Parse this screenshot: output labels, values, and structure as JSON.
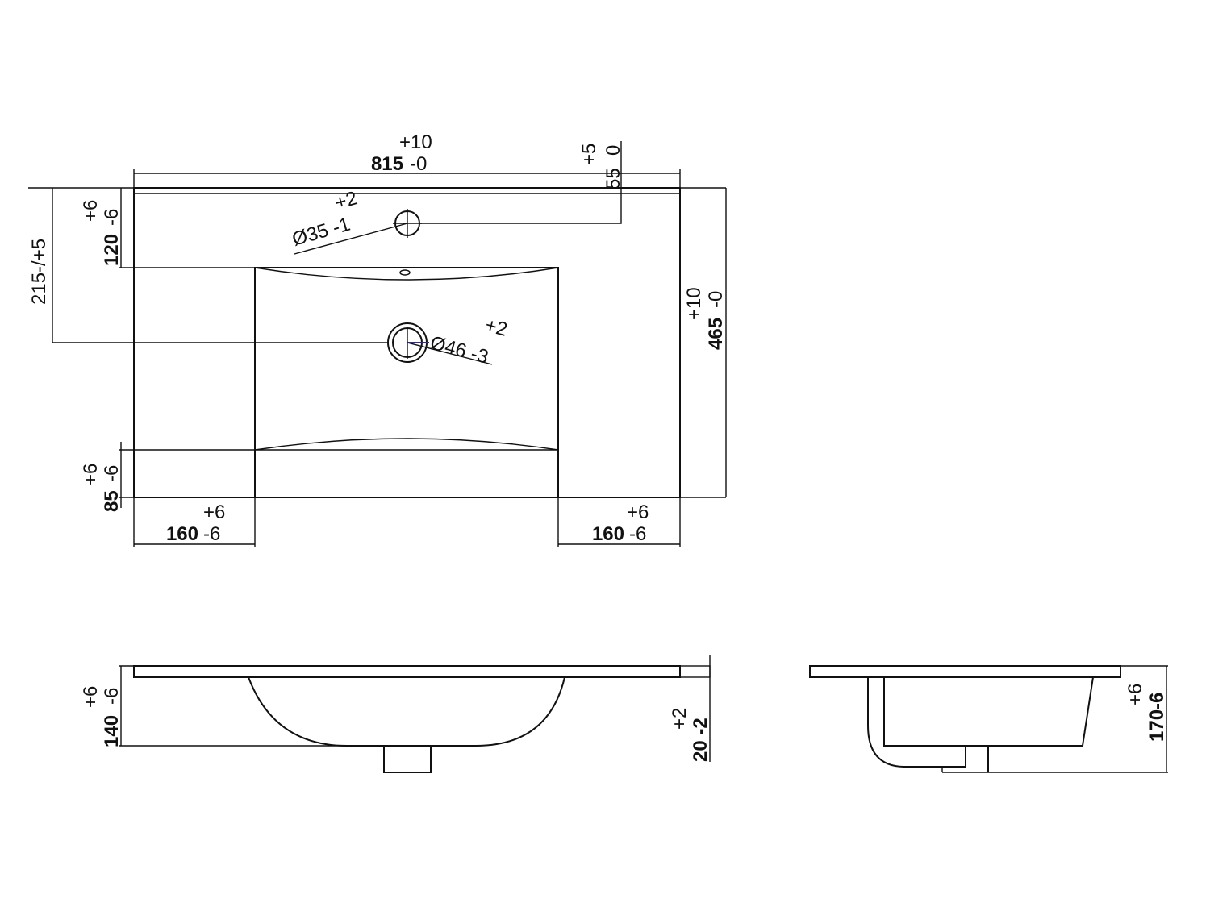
{
  "top_view": {
    "width": {
      "tol": "+10",
      "value": "815",
      "minus": "-0"
    },
    "tap_offset": {
      "tol_plus": "+5",
      "tol_minus": "0",
      "value": "55"
    },
    "tap_from_back": {
      "tol": "+6",
      "value": "120",
      "minus": "-6"
    },
    "drain_from_back": {
      "value": "215-/+5"
    },
    "tap_hole": {
      "tol": "+2",
      "value": "Ø35 -1"
    },
    "drain_hole": {
      "tol": "+2",
      "value": "Ø46 -3"
    },
    "depth": {
      "tol": "+10",
      "value": "465",
      "minus": "-0"
    },
    "front_edge": {
      "tol": "+6",
      "value": "85",
      "minus": "-6"
    },
    "left_deck": {
      "tol": "+6",
      "value": "160",
      "minus": "-6"
    },
    "right_deck": {
      "tol": "+6",
      "value": "160",
      "minus": "-6"
    }
  },
  "front_view": {
    "height": {
      "tol": "+6",
      "value": "140",
      "minus": "-6"
    },
    "slab": {
      "tol": "+2",
      "value": "20 -2"
    }
  },
  "side_view": {
    "height": {
      "tol": "+6",
      "value": "170-6"
    }
  }
}
